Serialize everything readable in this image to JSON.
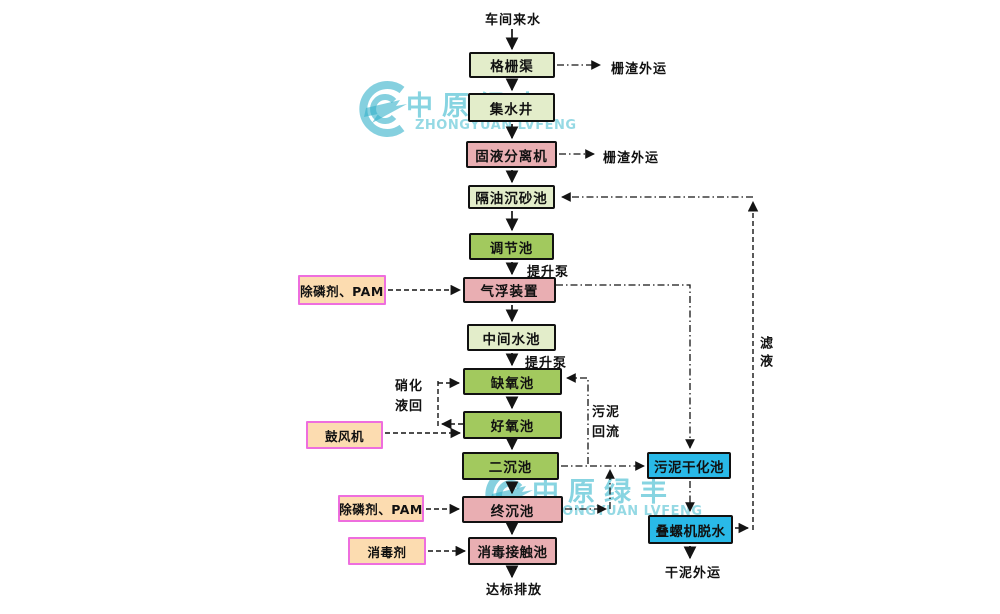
{
  "watermark": {
    "logo_cn": "中原绿丰",
    "logo_en": "ZHONGYUAN LVFENG"
  },
  "nodes": {
    "grid_channel": "格栅渠",
    "collect_well": "集水井",
    "separator": "固液分离机",
    "oil_grit": "隔油沉砂池",
    "regulating": "调节池",
    "air_flotation": "气浮装置",
    "middle_tank": "中间水池",
    "anoxic": "缺氧池",
    "aerobic": "好氧池",
    "secondary_sed": "二沉池",
    "final_sed": "终沉池",
    "disinfect_contact": "消毒接触池",
    "sludge_drying": "污泥干化池",
    "screw_dewatering": "叠螺机脱水",
    "pam_dosing_1": "除磷剂、PAM",
    "blower": "鼓风机",
    "pam_dosing_2": "除磷剂、PAM",
    "disinfectant": "消毒剂"
  },
  "labels": {
    "source": "车间来水",
    "pump_1": "提升泵",
    "pump_2": "提升泵",
    "screenings_out_1": "栅渣外运",
    "screenings_out_2": "栅渣外运",
    "nitrate_return_l1": "硝化",
    "nitrate_return_l2": "液回",
    "sludge_return_l1": "污泥",
    "sludge_return_l2": "回流",
    "filtrate": "滤液",
    "dry_sludge_out": "干泥外运",
    "discharge": "达标排放"
  },
  "colors": {
    "pale_green": "#e3edca",
    "green": "#a2c95e",
    "pink": "#e9aeb2",
    "cyan": "#29b9e8",
    "peach": "#fcdcb0",
    "reagent_border": "#ee6ede",
    "line": "#141414",
    "watermark_teal": "#3eb9ce"
  }
}
